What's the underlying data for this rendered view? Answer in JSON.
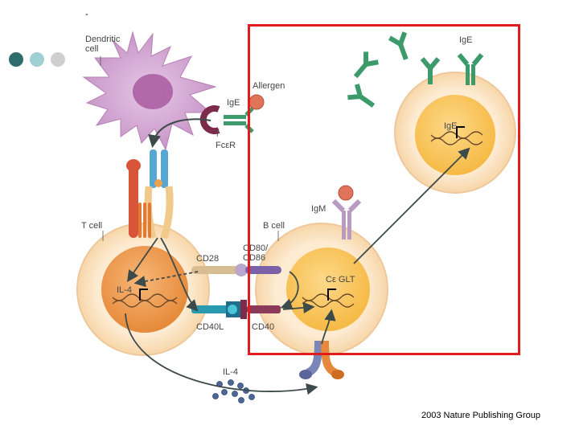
{
  "slide": {
    "marker": "-",
    "bullet_colors": [
      "#2f6d6d",
      "#9fd0d3",
      "#cfcfcf"
    ],
    "highlight_color": "#e01c1c",
    "credit": "2003 Nature Publishing Group"
  },
  "labels": {
    "dendritic_cell": "Dendritic\ncell",
    "allergen": "Allergen",
    "ige_top": "IgE",
    "ige_receptor_side": "IgE",
    "fcer": "FcεR",
    "igm": "IgM",
    "t_cell": "T cell",
    "b_cell": "B cell",
    "cd28": "CD28",
    "cd80_86": "CD80/\nCD86",
    "il4_inside": "IL-4",
    "ce_glt": "Cε GLT",
    "ige_inside": "IgE",
    "cd40l": "CD40L",
    "cd40": "CD40",
    "il4_secreted": "IL-4"
  },
  "colors": {
    "dendritic": "#cfa3cf",
    "cell_outer": "#fbe3c4",
    "t_nucleus": "#ee9b48",
    "b_nucleus": "#fbc861",
    "ige_antibody": "#3c9a6b",
    "allergen": "#e07358",
    "igm": "#b89ac4"
  }
}
